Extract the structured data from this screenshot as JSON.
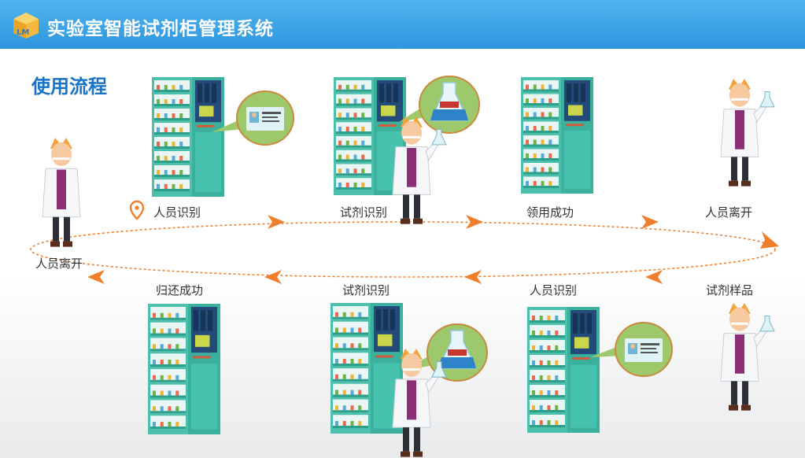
{
  "header": {
    "title": "实验室智能试剂柜管理系统",
    "logo_text": "LM"
  },
  "section_title": "使用流程",
  "steps_top": [
    "人员识别",
    "试剂识别",
    "领用成功",
    "人员离开"
  ],
  "steps_bottom": [
    "人员离开",
    "归还成功",
    "试剂识别",
    "人员识别",
    "试剂样品"
  ],
  "icons": {
    "start": "location-pin-icon",
    "arrow": "orange-arrow-icon"
  },
  "colors": {
    "header": "#3aa3e6",
    "title": "#1673c7",
    "flow": "#f07f2c",
    "cabinet": "#4cc0ad",
    "bubble": "#9dc86b"
  }
}
